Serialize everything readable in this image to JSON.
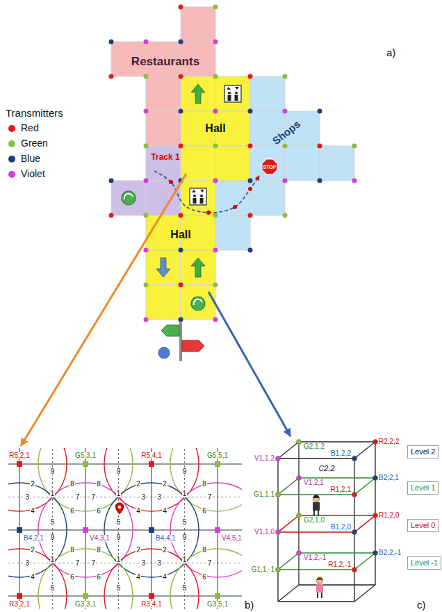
{
  "diagram": {
    "nodes": [
      {
        "text": [
          "Level 2"
        ]
      },
      {
        "text": [
          "Level 1"
        ]
      },
      {
        "text": [
          "Level 0"
        ]
      },
      {
        "text": [
          "Level -1"
        ]
      }
    ],
    "labels": [
      "a)",
      "Transmitters",
      "Restaurants",
      "Hall",
      "Shops",
      "Track 1",
      "STOP",
      "Hall",
      "R5,2,1",
      "G5,3,1",
      "R5,4,1",
      "G5,5,1",
      "B4,2,1",
      "V4,3,1",
      "B4,4,1",
      "V4,5,1",
      "R3,2,1",
      "G3,3,1",
      "R3,4,1",
      "G3,5,1",
      "9",
      "2",
      "8",
      "3",
      "1",
      "7",
      "4",
      "6",
      "5",
      "9",
      "2",
      "8",
      "3",
      "1",
      "7",
      "4",
      "6",
      "5",
      "9",
      "2",
      "8",
      "3",
      "1",
      "7",
      "4",
      "6",
      "5",
      "9",
      "2",
      "8",
      "3",
      "1",
      "7",
      "4",
      "6",
      "5",
      "9",
      "2",
      "8",
      "3",
      "1",
      "7",
      "4",
      "6",
      "5",
      "9",
      "2",
      "8",
      "3",
      "1",
      "7",
      "4",
      "6",
      "5",
      "b)",
      "G2,1,2",
      "R2,2,2",
      "V1,1,2",
      "B1,2,2",
      "C2,2",
      "V1,2,1",
      "B2,2,1",
      "G1,1,1",
      "R1,2,1",
      "G2,1,0",
      "R1,2,0",
      "V1,1,0",
      "B1,2,0",
      "V1,2,-1",
      "B2,2,-1",
      "G1,1,-1",
      "R1,2,-1",
      "c)"
    ],
    "legend": [
      {
        "text": "Red",
        "color": "#e31a1c"
      },
      {
        "text": "Green",
        "color": "#8fbc3f"
      },
      {
        "text": "Blue",
        "color": "#1f3f7a"
      },
      {
        "text": "Violet",
        "color": "#d63fd6"
      }
    ]
  }
}
